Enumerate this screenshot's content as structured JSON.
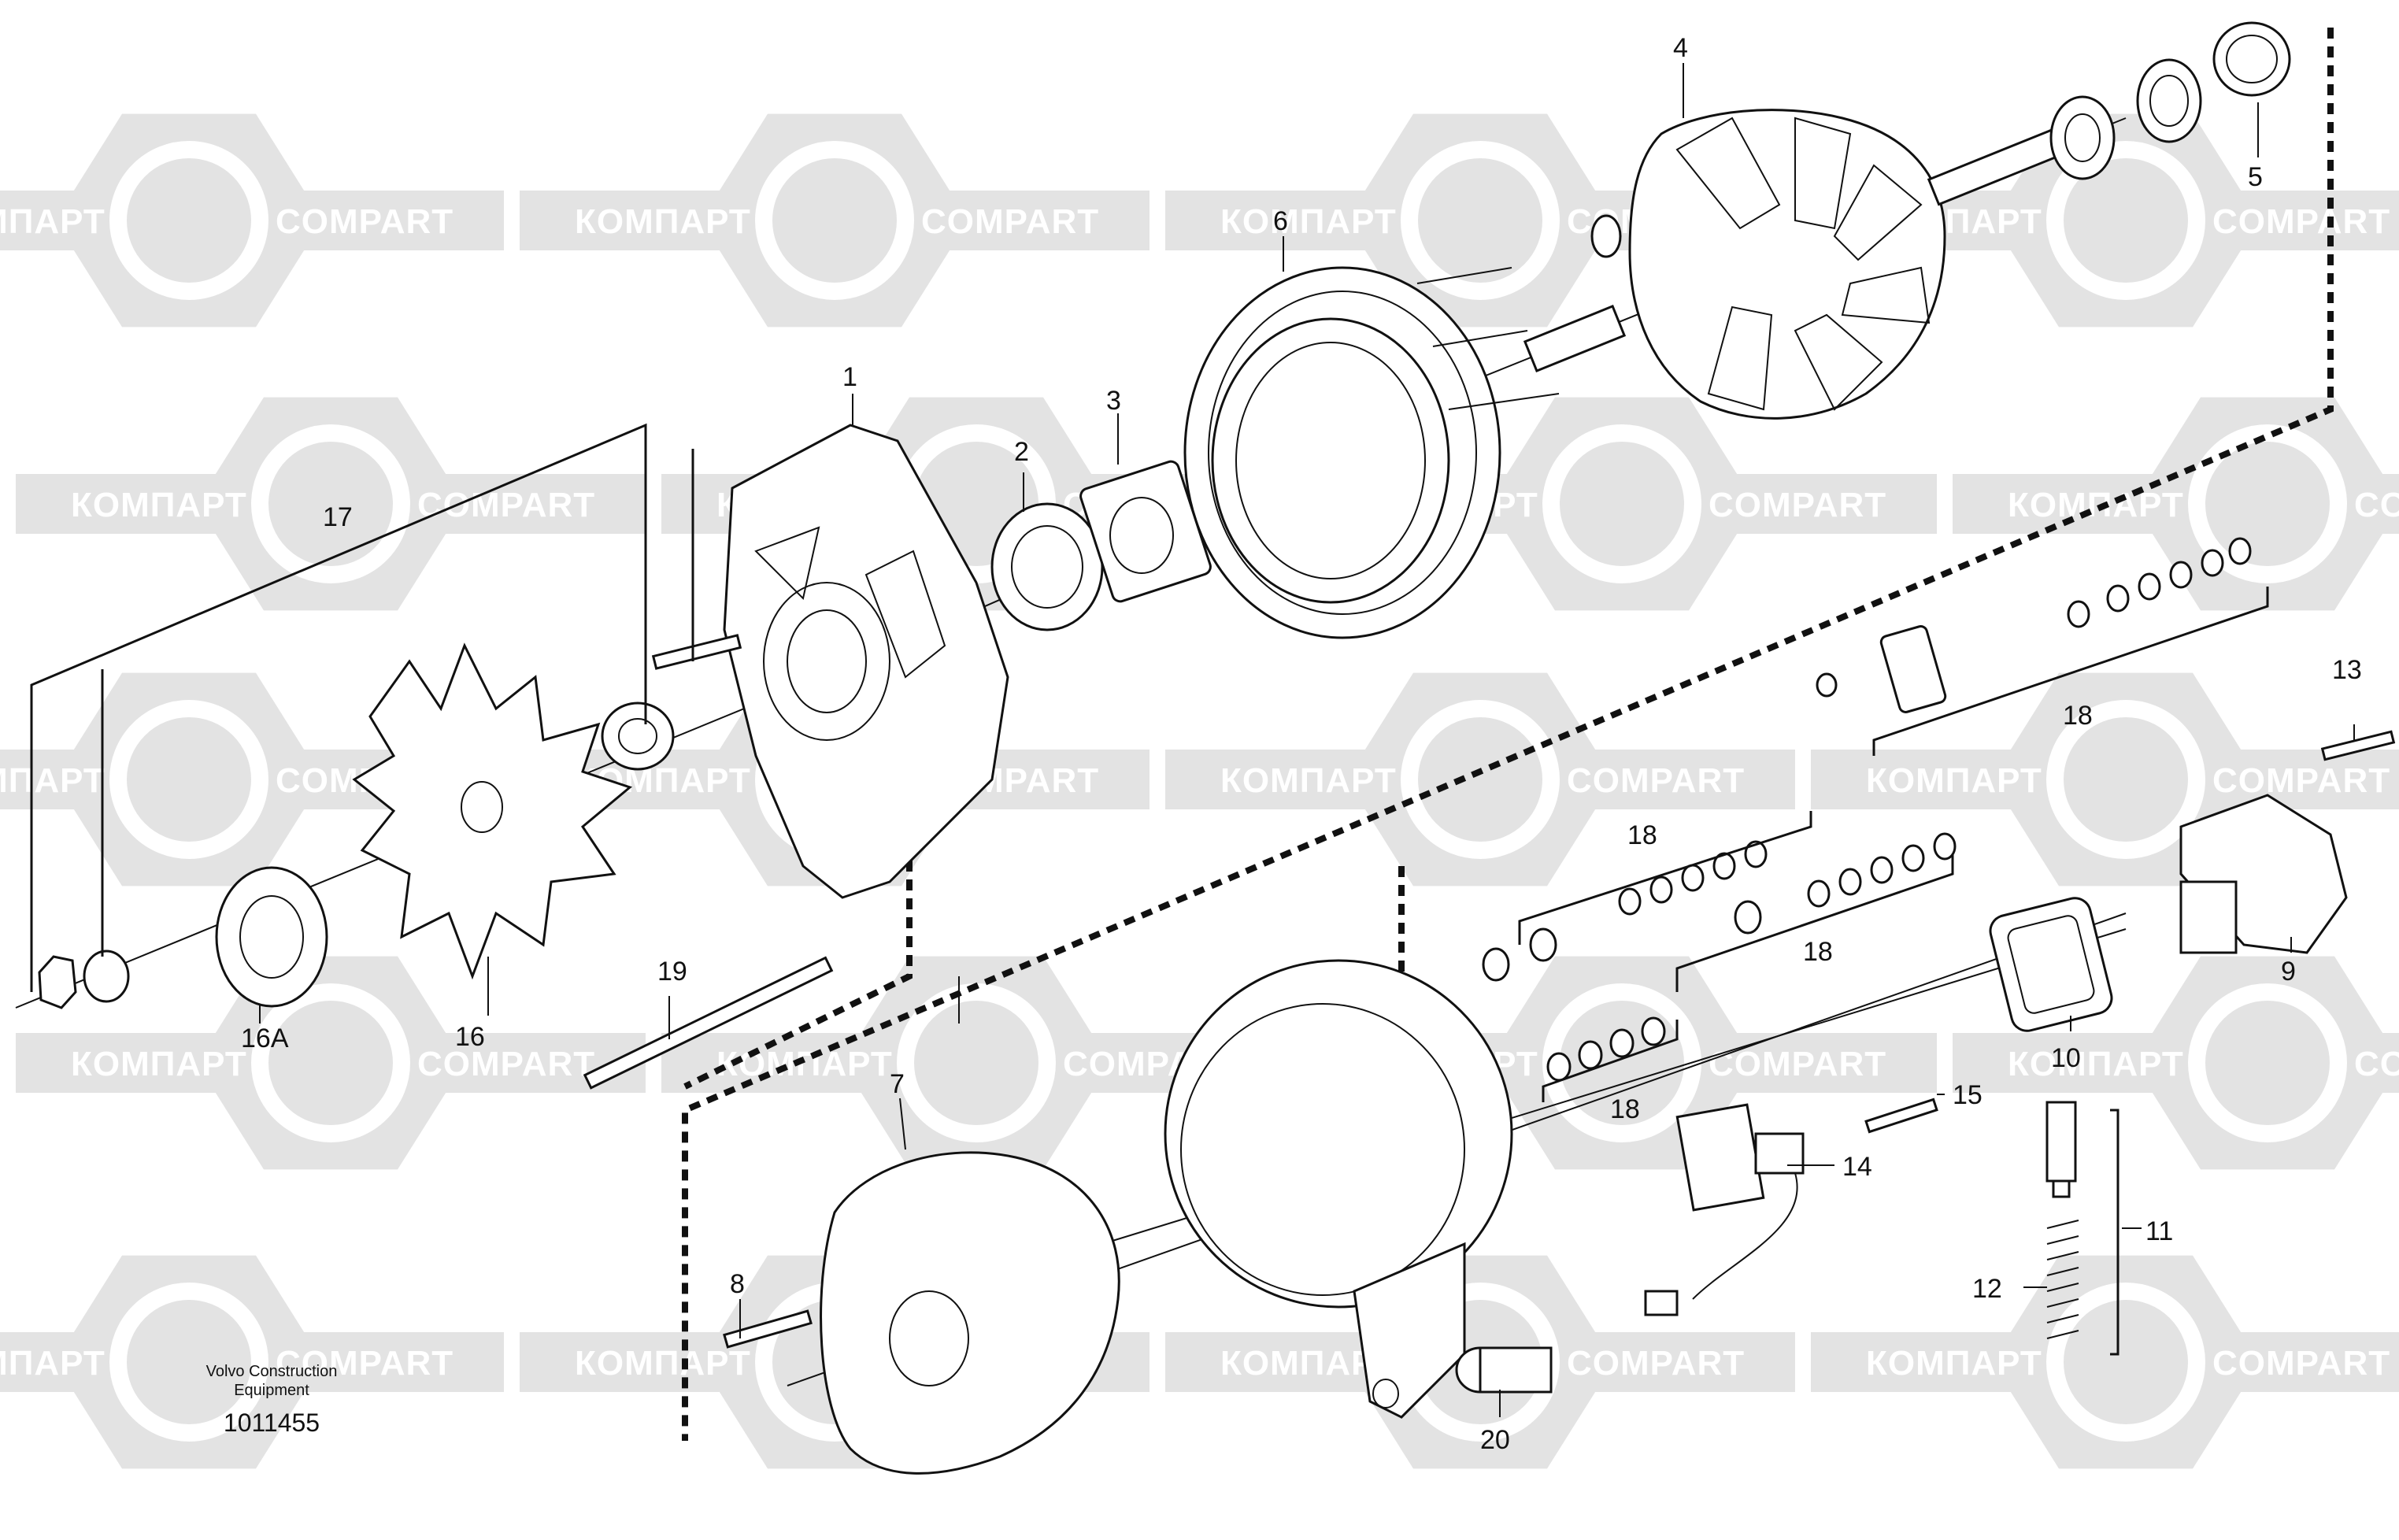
{
  "watermark": {
    "latin": "COMPART",
    "cyrillic": "КОМПАРТ",
    "fill": "#e3e3e3"
  },
  "labels": {
    "p1": "1",
    "p2": "2",
    "p3": "3",
    "p4": "4",
    "p5": "5",
    "p6": "6",
    "p7": "7",
    "p8": "8",
    "p9": "9",
    "p10": "10",
    "p11": "11",
    "p12": "12",
    "p13": "13",
    "p14": "14",
    "p15": "15",
    "p16": "16",
    "p16a": "16A",
    "p17": "17",
    "p18a": "18",
    "p18b": "18",
    "p18c": "18",
    "p18d": "18",
    "p19": "19",
    "p20": "20"
  },
  "footer": {
    "brand_line1": "Volvo Construction",
    "brand_line2": "Equipment",
    "drawing_number": "1011455"
  }
}
